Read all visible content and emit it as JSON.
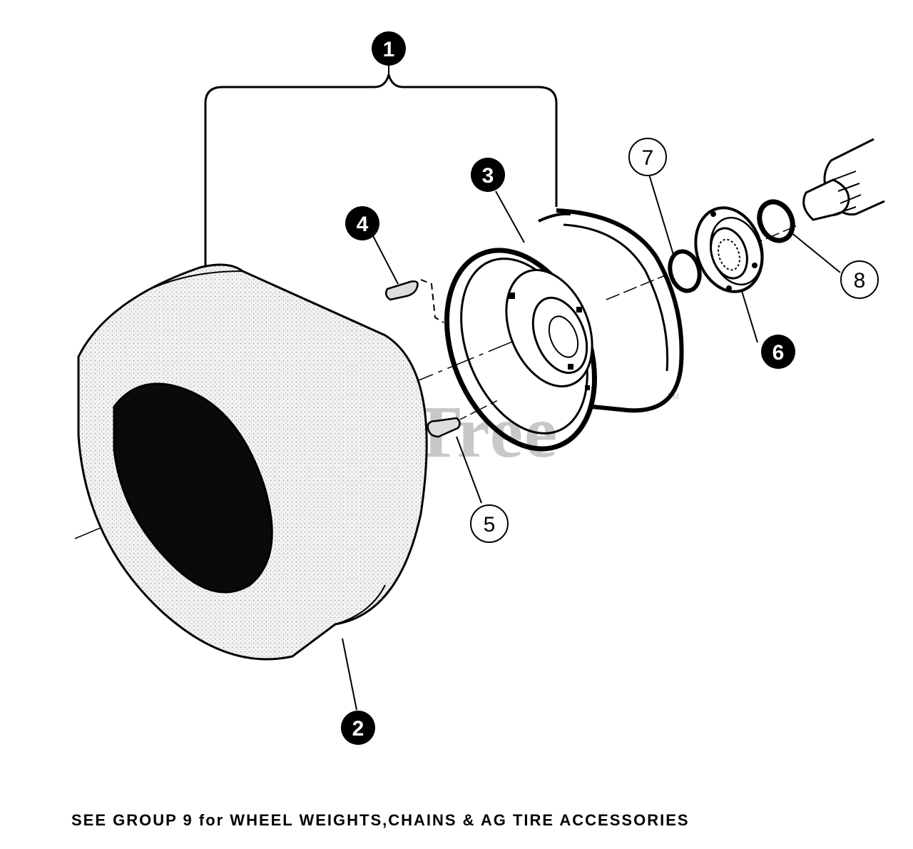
{
  "watermark": {
    "text": "PartsTree",
    "tm": "TM"
  },
  "callouts": [
    {
      "id": "1",
      "style": "filled"
    },
    {
      "id": "2",
      "style": "filled"
    },
    {
      "id": "3",
      "style": "filled"
    },
    {
      "id": "4",
      "style": "filled"
    },
    {
      "id": "5",
      "style": "open"
    },
    {
      "id": "6",
      "style": "filled"
    },
    {
      "id": "7",
      "style": "open"
    },
    {
      "id": "8",
      "style": "open"
    }
  ],
  "footer": {
    "note": "SEE GROUP 9 for WHEEL WEIGHTS,CHAINS & AG TIRE ACCESSORIES"
  },
  "colors": {
    "ink": "#000000",
    "tire_fill": "#ececec",
    "watermark": "#c8c8c8",
    "background": "#ffffff"
  }
}
